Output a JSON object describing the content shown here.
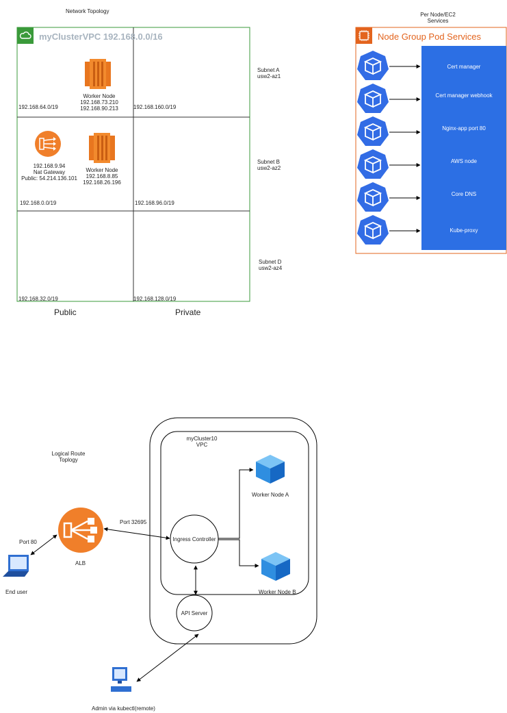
{
  "network": {
    "title": "Network Topology",
    "vpc_label": "myClusterVPC 192.168.0.0/16",
    "subnets": [
      {
        "name": "Subnet A",
        "az": "usw2-az1",
        "public_cidr": "192.168.64.0/19",
        "private_cidr": "192.168.160.0/19"
      },
      {
        "name": "Subnet B",
        "az": "usw2-az2",
        "public_cidr": "192.168.0.0/19",
        "private_cidr": "192.168.96.0/19"
      },
      {
        "name": "Subnet D",
        "az": "usw2-az4",
        "public_cidr": "192.168.32.0/19",
        "private_cidr": "192.168.128.0/19"
      }
    ],
    "worker_node_a": {
      "label": "Worker Node",
      "ip1": "192.168.73.210",
      "ip2": "192.168.90.213"
    },
    "worker_node_b": {
      "label": "Worker Node",
      "ip1": "192.168.8.85",
      "ip2": "192.168.26.196"
    },
    "nat_gateway": {
      "ip": "192.168.9.94",
      "label": "Nat Gateway",
      "public": "Public: 54.214.136.101"
    },
    "public_label": "Public",
    "private_label": "Private"
  },
  "node_group": {
    "header_line1": "Per Node/EC2",
    "header_line2": "Services",
    "title": "Node Group Pod Services",
    "services": [
      "Cert manager",
      "Cert manager webhook",
      "Nginx-app port 80",
      "AWS node",
      "Core DNS",
      "Kube-proxy"
    ],
    "service_color": "#2c6fe4",
    "accent_color": "#e3641e"
  },
  "logical": {
    "title_line1": "Logical Route",
    "title_line2": "Toplogy",
    "vpc_line1": "myCluster10",
    "vpc_line2": "VPC",
    "alb": "ALB",
    "port80": "Port 80",
    "port32695": "Port 32695",
    "end_user": "End user",
    "ingress": "Ingress Controller",
    "worker_a": "Worker Node A",
    "worker_b": "Worker Node B",
    "api_server": "API Server",
    "admin": "Admin via kubectl(remote)"
  }
}
